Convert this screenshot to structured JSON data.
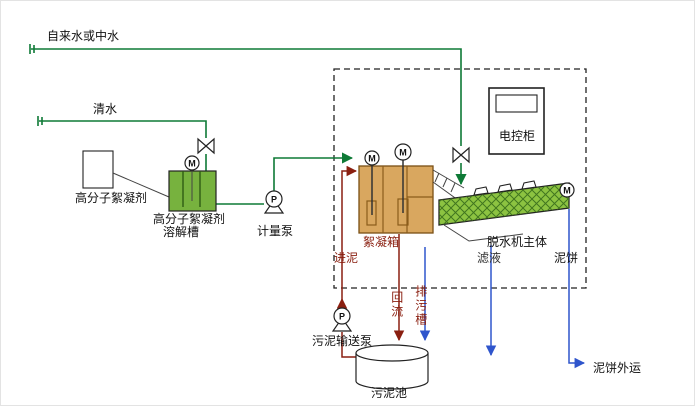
{
  "diagram": {
    "labels": {
      "tap_water": "自来水或中水",
      "clean_water": "清水",
      "polymer_flocculant": "高分子絮凝剂",
      "dissolving_tank_1": "高分子絮凝剂",
      "dissolving_tank_2": "溶解槽",
      "metering_pump": "计量泵",
      "flocculation_box": "絮凝箱",
      "control_cabinet": "电控柜",
      "dewatering_machine": "脱水机主体",
      "sludge_inlet": "进泥",
      "reflux": "回流",
      "drain_trough": "排污槽",
      "filtrate": "滤液",
      "mud_cake": "泥饼",
      "sludge_transfer_pump": "污泥输送泵",
      "sludge_pool": "污泥池",
      "mud_cake_out": "泥饼外运"
    },
    "symbols": {
      "motor": "M",
      "pump": "P"
    },
    "colors": {
      "water_line": "#0e7a36",
      "sludge_line": "#8a1f10",
      "filtrate_line": "#2f55cc",
      "tank_fill": "#77b23e",
      "flocculation_fill": "#d9a75f",
      "machine_fill": "#8cc341",
      "outline": "#222222"
    }
  }
}
